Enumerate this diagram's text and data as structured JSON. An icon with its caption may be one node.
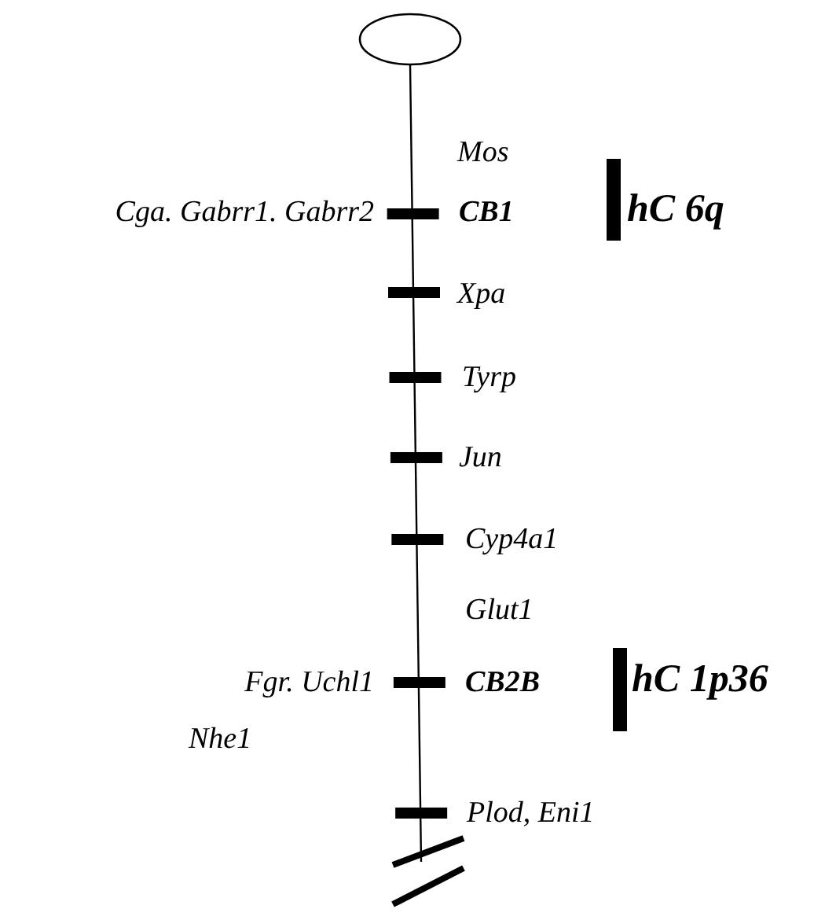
{
  "diagram": {
    "labels": [
      "Mos",
      "Cga. Gabrr1. Gabrr2",
      "CB1",
      "hC 6q",
      "Xpa",
      "Tyrp",
      "Jun",
      "Cyp4a1",
      "Glut1",
      "Fgr. Uchl1",
      "CB2B",
      "hC 1p36",
      "Nhe1",
      "Plod, Eni1"
    ]
  }
}
